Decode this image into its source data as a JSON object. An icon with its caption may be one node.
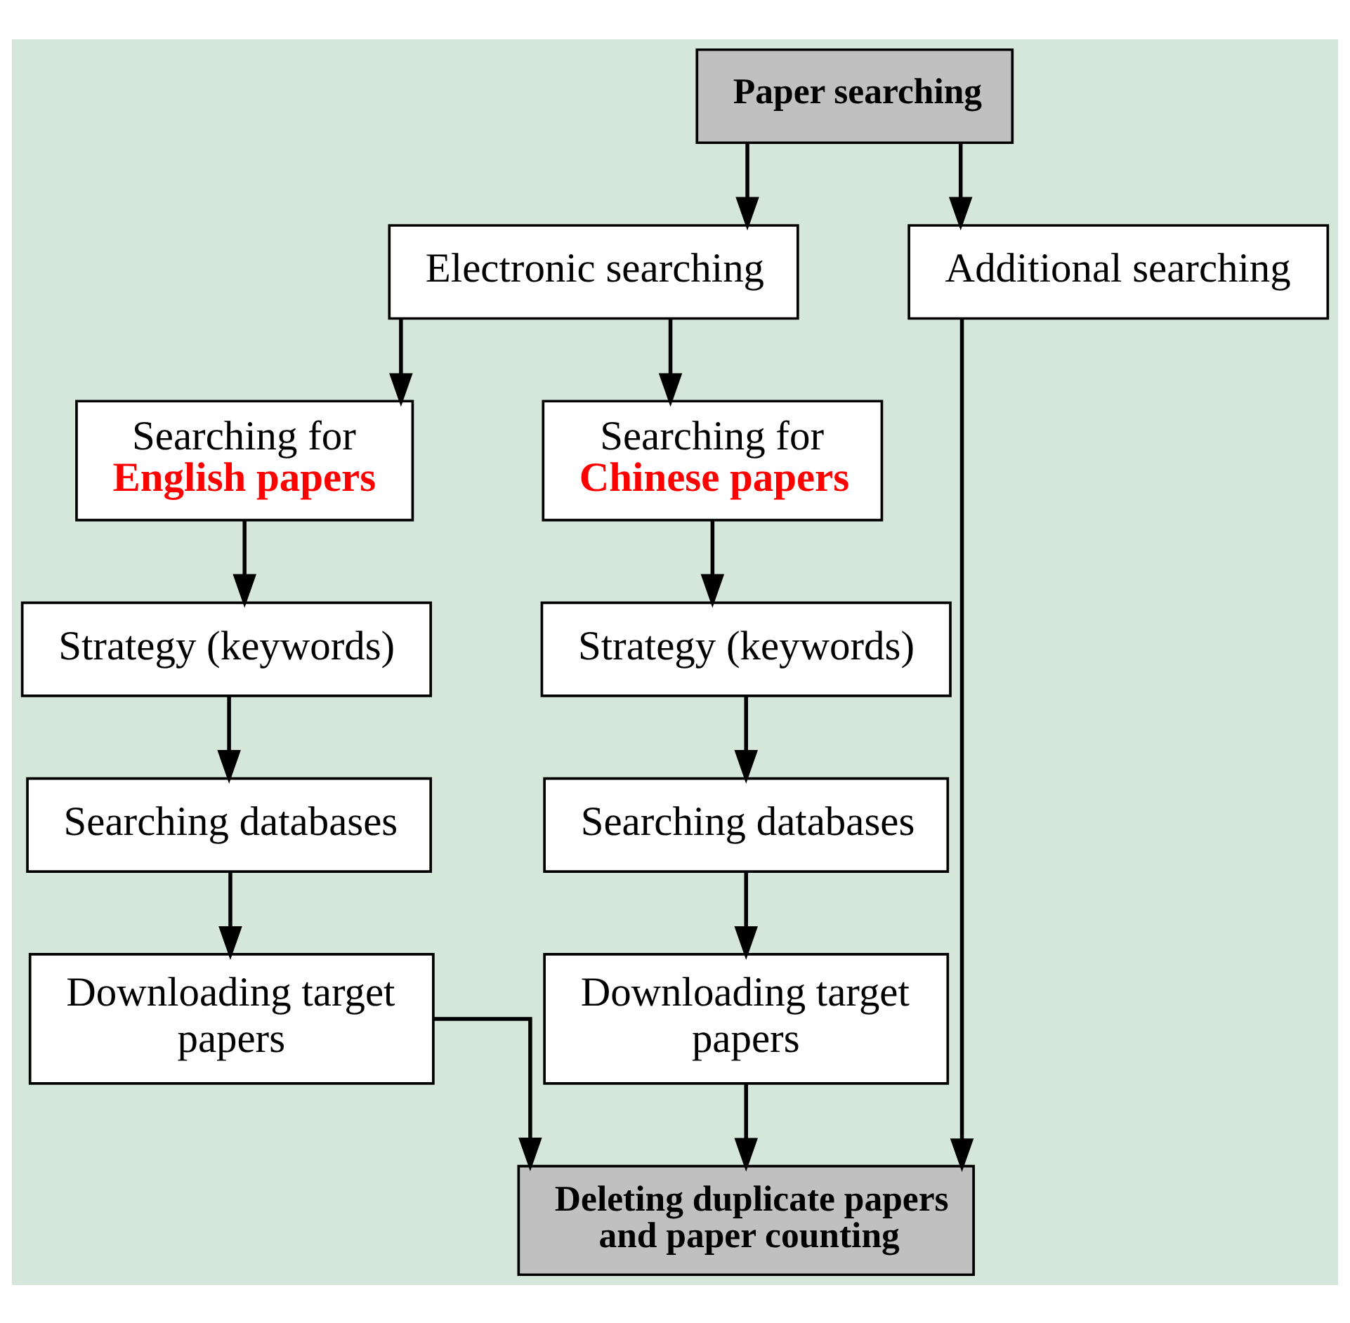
{
  "diagram": {
    "nodes": [
      {
        "text": [
          "Paper searching"
        ]
      },
      {
        "text": [
          "Electronic searching"
        ]
      },
      {
        "text": [
          "Additional searching"
        ]
      },
      {
        "text": [
          "Searching for",
          "English papers"
        ]
      },
      {
        "text": [
          "Strategy (keywords)"
        ]
      },
      {
        "text": [
          "Searching databases"
        ]
      },
      {
        "text": [
          "Downloading target papers"
        ]
      },
      {
        "text": [
          "Searching for",
          "Chinese papers"
        ]
      },
      {
        "text": [
          "Strategy (keywords)"
        ]
      },
      {
        "text": [
          "Searching databases"
        ]
      },
      {
        "text": [
          "Downloading target papers"
        ]
      },
      {
        "text": [
          "Deleting duplicate papers and paper counting"
        ]
      }
    ],
    "edges": [
      {
        "from": 0,
        "to": 1,
        "arrow": "to"
      },
      {
        "from": 0,
        "to": 2,
        "arrow": "to"
      },
      {
        "from": 1,
        "to": 3,
        "arrow": "to"
      },
      {
        "from": 1,
        "to": 7,
        "arrow": "to"
      },
      {
        "from": 3,
        "to": 4,
        "arrow": "to"
      },
      {
        "from": 4,
        "to": 5,
        "arrow": "to"
      },
      {
        "from": 5,
        "to": 6,
        "arrow": "to"
      },
      {
        "from": 7,
        "to": 8,
        "arrow": "to"
      },
      {
        "from": 8,
        "to": 9,
        "arrow": "to"
      },
      {
        "from": 9,
        "to": 10,
        "arrow": "to"
      },
      {
        "from": 6,
        "to": 11,
        "arrow": "to"
      },
      {
        "from": 10,
        "to": 11,
        "arrow": "to"
      },
      {
        "from": 2,
        "to": 11,
        "arrow": "to"
      }
    ]
  }
}
